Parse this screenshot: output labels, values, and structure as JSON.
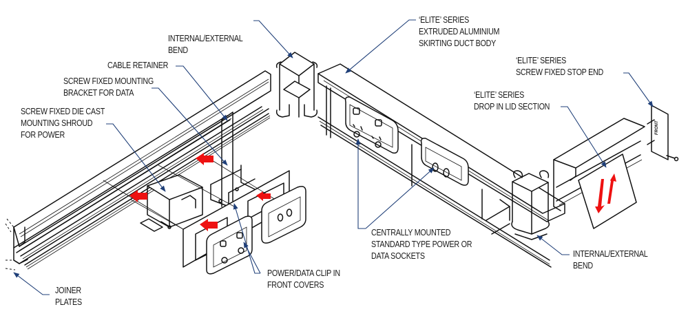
{
  "diagram": {
    "title": "Elite Series Skirting Duct Exploded Assembly",
    "colors": {
      "line": "#111111",
      "leader": "#1f3f78",
      "arrow": "#ee1111",
      "background": "#ffffff"
    },
    "labels": {
      "internal_external_bend_top": [
        "INTERNAL/EXTERNAL",
        "BEND"
      ],
      "cable_retainer": [
        "CABLE RETAINER"
      ],
      "bracket_for_data": [
        "SCREW FIXED MOUNTING",
        "BRACKET FOR DATA"
      ],
      "shroud_for_power": [
        "SCREW FIXED DIE CAST",
        "MOUNTING SHROUD",
        "FOR POWER"
      ],
      "duct_body": [
        "‘ELITE’ SERIES",
        "EXTRUDED ALUMINIUM",
        "SKIRTING DUCT BODY"
      ],
      "stop_end": [
        "‘ELITE’ SERIES",
        "SCREW FIXED STOP END"
      ],
      "drop_in_lid": [
        "‘ELITE’ SERIES",
        "DROP IN LID SECTION"
      ],
      "central_sockets": [
        "CENTRALLY MOUNTED",
        "STANDARD TYPE POWER OR",
        "DATA SOCKETS"
      ],
      "internal_external_bend_bottom": [
        "INTERNAL/EXTERNAL",
        "BEND"
      ],
      "clip_in_covers": [
        "POWER/DATA CLIP IN",
        "FRONT COVERS"
      ],
      "joiner_plates": [
        "JOINER",
        "PLATES"
      ]
    },
    "stop_end_marking": "FRONT",
    "components": [
      "left-duct-body",
      "internal-external-bend-top",
      "center-duct-body",
      "power-socket-gpo",
      "data-socket",
      "internal-external-bend-bottom",
      "drop-in-lid-section",
      "stop-end-plate",
      "mounting-shroud",
      "data-bracket",
      "mounting-plate",
      "power-cover",
      "data-cover",
      "joiner-plates"
    ]
  }
}
